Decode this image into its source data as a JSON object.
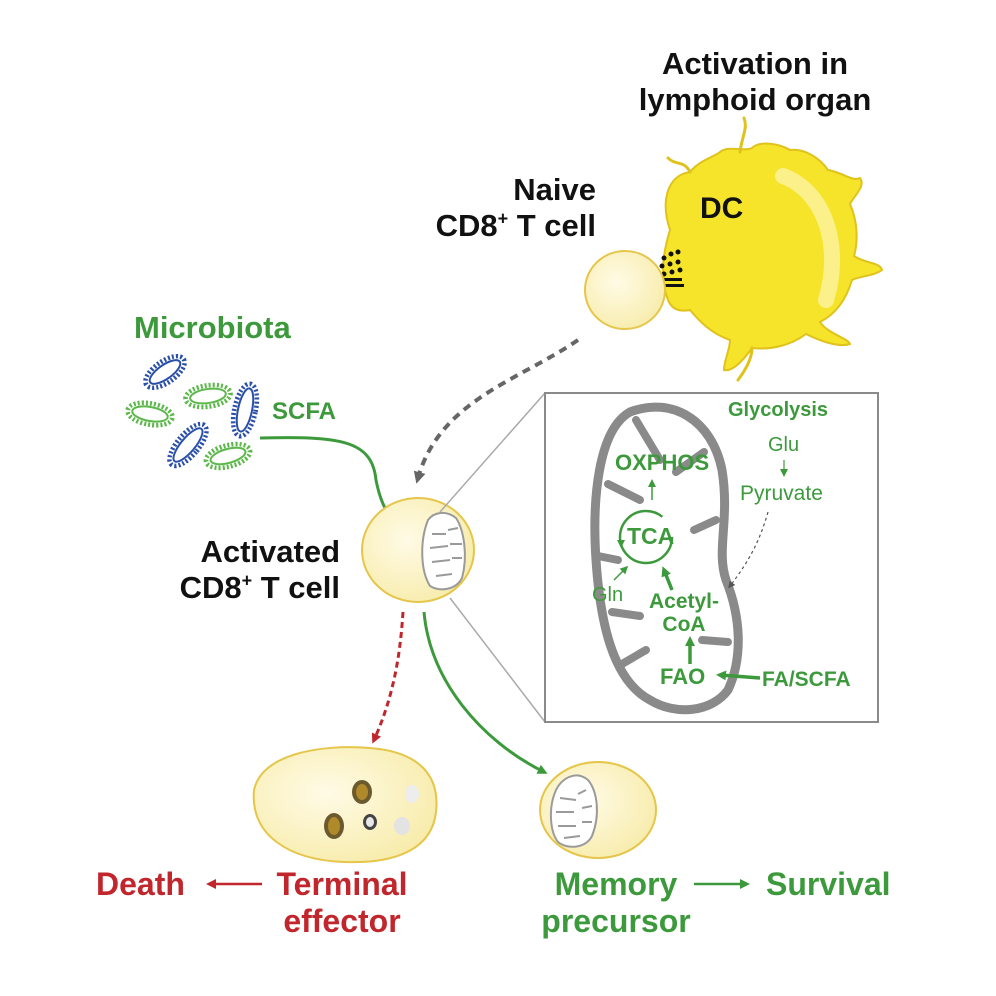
{
  "colors": {
    "green": "#3d9a3c",
    "red": "#c0262c",
    "black": "#111111",
    "gray": "#8a8a8a",
    "cell_fill": "#fbf3c4",
    "cell_stroke": "#e5c64a",
    "dc_fill": "#f5e42a",
    "bacteria_blue": "#2a4fa8",
    "bacteria_green": "#5cb84a"
  },
  "labels": {
    "activation_title_line1": "Activation in",
    "activation_title_line2": "lymphoid organ",
    "dc": "DC",
    "naive_line1": "Naive",
    "naive_line2": "CD8",
    "naive_sup": "+",
    "naive_line2_tail": " T cell",
    "microbiota": "Microbiota",
    "scfa": "SCFA",
    "activated_line1": "Activated",
    "activated_line2": "CD8",
    "activated_sup": "+",
    "activated_line2_tail": " T cell",
    "death": "Death",
    "terminal_line1": "Terminal",
    "terminal_line2": "effector",
    "memory_line1": "Memory",
    "memory_line2": "precursor",
    "survival": "Survival"
  },
  "inset": {
    "glycolysis": "Glycolysis",
    "glu": "Glu",
    "pyruvate": "Pyruvate",
    "oxphos": "OXPHOS",
    "tca": "TCA",
    "gln": "Gln",
    "acetyl_line1": "Acetyl-",
    "acetyl_line2": "CoA",
    "fao": "FAO",
    "fa_scfa": "FA/SCFA"
  }
}
